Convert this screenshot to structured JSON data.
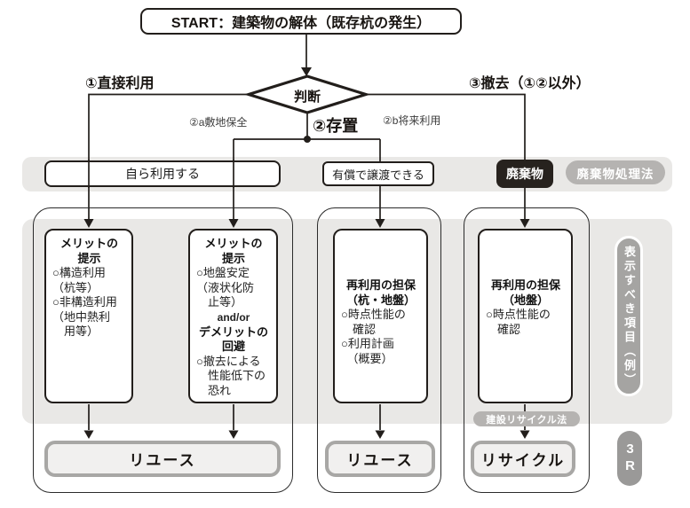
{
  "start": {
    "label": "START：建築物の解体（既存杭の発生）"
  },
  "decision": {
    "label": "判断"
  },
  "branches": {
    "direct_use": "①直接利用",
    "leave_in_place": "②存置",
    "site_preservation": "②a敷地保全",
    "future_use": "②b将来利用",
    "removal": "③撤去（①②以外）"
  },
  "middle_row": {
    "self_use": "自ら利用する",
    "paid_transfer": "有償で譲渡できる",
    "waste": "廃棄物",
    "waste_law": "廃棄物処理法"
  },
  "items_boxes": {
    "box1": {
      "heading": "メリットの\n提示",
      "body": "○構造利用\n（杭等）\n○非構造利用\n（地中熱利\n　用等）"
    },
    "box2": {
      "heading": "メリットの\n提示",
      "body1": "○地盤安定\n（液状化防\n　止等）",
      "connector": "and/or",
      "heading2": "デメリットの\n回避",
      "body2": "○撤去による\n　性能低下の\n　恐れ"
    },
    "box3": {
      "heading": "再利用の担保\n（杭・地盤）",
      "body": "○時点性能の\n　確認\n○利用計画\n　（概要）"
    },
    "box4": {
      "heading": "再利用の担保\n（地盤）",
      "body": "○時点性能の\n　確認"
    }
  },
  "outcomes": {
    "reuse1": "リユース",
    "reuse2": "リユース",
    "recycle": "リサイクル",
    "recycle_law": "建設リサイクル法"
  },
  "side": {
    "display_items": "表示すべき項目（例）",
    "three_r": "3R"
  },
  "colors": {
    "line_black": "#221e1b",
    "panel_gray": "#e9e8e6",
    "pill_gray": "#b5b3b1",
    "side_pill_gray": "#a5a4a2",
    "outcome_border": "#a8a7a5",
    "outcome_fill": "#f1f0ef",
    "waste_black": "#27221e"
  }
}
